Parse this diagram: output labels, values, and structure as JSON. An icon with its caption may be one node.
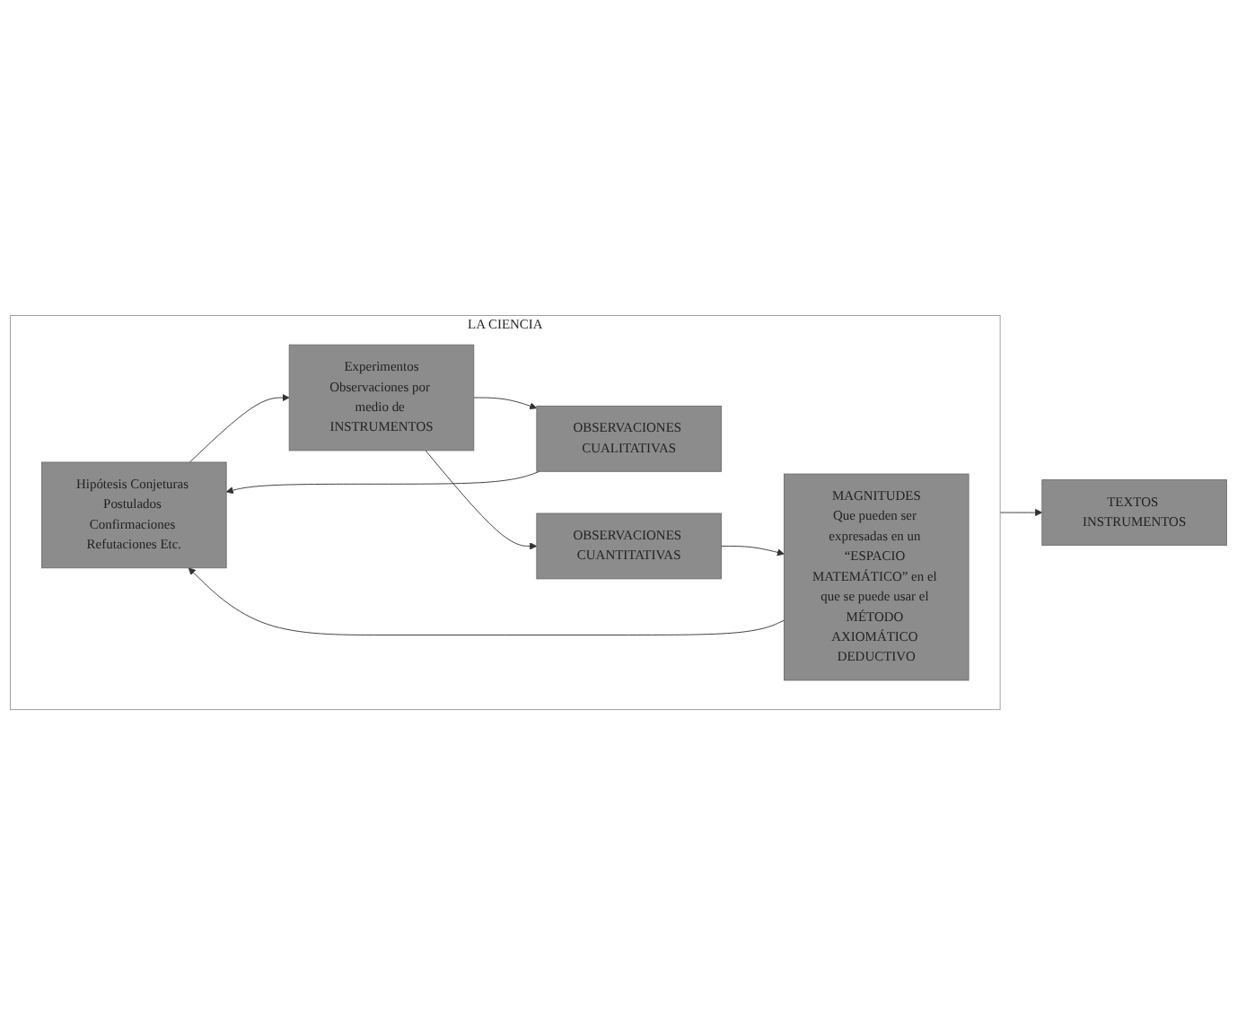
{
  "diagram": {
    "nodes": [
      {
        "text": [
          "LA CIENCIA"
        ]
      },
      {
        "text": [
          "Hipótesis Conjeturas Postulados Confirmaciones Refutaciones Etc."
        ],
        "in": 0
      },
      {
        "text": [
          "Experimentos",
          "Observaciones por medio de INSTRUMENTOS"
        ],
        "in": 0
      },
      {
        "text": [
          "OBSERVACIONES CUALITATIVAS"
        ],
        "in": 0
      },
      {
        "text": [
          "MAGNITUDES",
          "Que pueden ser expresadas en un “ESPACIO MATEMÁTICO” en el que se puede usar el MÉTODO AXIOMÁTICO DEDUCTIVO"
        ],
        "in": 0
      },
      {
        "text": [
          "OBSERVACIONES CUANTITATIVAS"
        ],
        "in": 0
      },
      {
        "text": [
          "TEXTOS INSTRUMENTOS"
        ]
      }
    ],
    "edges": [
      {
        "from": 1,
        "to": 2,
        "arrow": "to"
      },
      {
        "from": 2,
        "to": 3,
        "arrow": "to"
      },
      {
        "from": 2,
        "to": 5,
        "arrow": "to"
      },
      {
        "from": 3,
        "to": 1,
        "arrow": "to"
      },
      {
        "from": 4,
        "to": 1,
        "arrow": "to"
      },
      {
        "from": 5,
        "to": 4,
        "arrow": "to"
      },
      {
        "from": 0,
        "to": 6,
        "arrow": "to"
      }
    ]
  }
}
